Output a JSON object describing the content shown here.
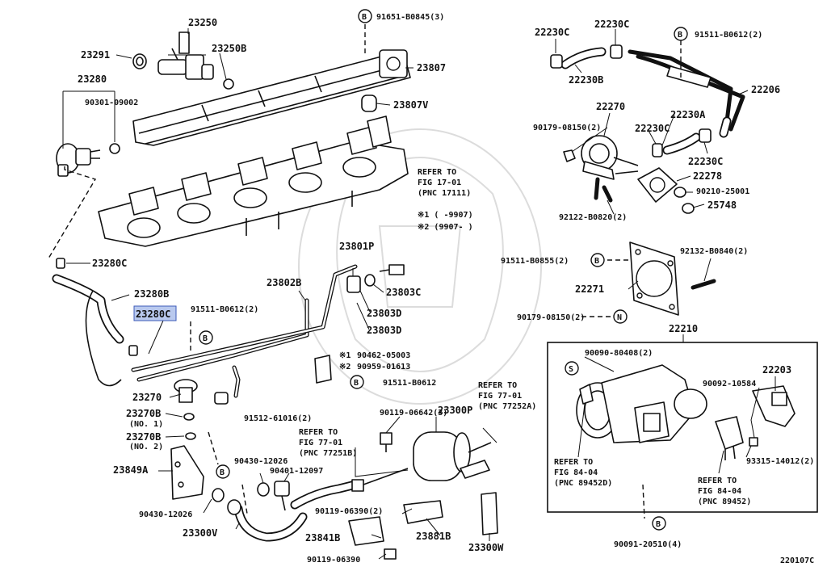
{
  "parts": {
    "p23250": "23250",
    "p23250B": "23250B",
    "p23291": "23291",
    "p23280": "23280",
    "p90301": "90301-09002",
    "p91651": "91651-B0845(3)",
    "p23807": "23807",
    "p23807V": "23807V",
    "p23280C_top": "23280C",
    "p23280B": "23280B",
    "p23280C_hl": "23280C",
    "p91511_b0612_mid": "91511-B0612(2)",
    "p23802B": "23802B",
    "p23801P": "23801P",
    "p23803C": "23803C",
    "p23803D_1": "23803D",
    "p23803D_2": "23803D",
    "p90462": "90462-05003",
    "p90959": "90959-01613",
    "p91511_b0612_low": "91511-B0612",
    "p23270": "23270",
    "p23270B_1": "23270B",
    "p23270B_1n": "(NO. 1)",
    "p23270B_2": "23270B",
    "p23270B_2n": "(NO. 2)",
    "p91512": "91512-61016(2)",
    "p23849A": "23849A",
    "p90430_a": "90430-12026",
    "p90401": "90401-12097",
    "p90430_b": "90430-12026",
    "p23300V": "23300V",
    "p90119_06642": "90119-06642(3)",
    "p23300P": "23300P",
    "p90119_06390a": "90119-06390(2)",
    "p23841B": "23841B",
    "p23881B": "23881B",
    "p90119_06390b": "90119-06390",
    "p23300W": "23300W",
    "p22230C_a": "22230C",
    "p22230C_b": "22230C",
    "p22230B": "22230B",
    "p91511_b0612_top": "91511-B0612(2)",
    "p22206": "22206",
    "p22270": "22270",
    "p90179_08150_a": "90179-08150(2)",
    "p22230A": "22230A",
    "p22230C_c": "22230C",
    "p22230C_d": "22230C",
    "p22278": "22278",
    "p90210": "90210-25001",
    "p25748": "25748",
    "p92122": "92122-B0820(2)",
    "p91511_b0855": "91511-B0855(2)",
    "p92132": "92132-B0840(2)",
    "p22271": "22271",
    "p90179_08150_b": "90179-08150(2)",
    "p22210": "22210",
    "p90090": "90090-80408(2)",
    "p22203": "22203",
    "p90092": "90092-10584",
    "p93315": "93315-14012(2)",
    "p90091": "90091-20510(4)"
  },
  "refs": {
    "r1_a": "REFER TO",
    "r1_b": "FIG 17-01",
    "r1_c": "(PNC 17111)",
    "r2_a": "REFER TO",
    "r2_b": "FIG 77-01",
    "r2_c": "(PNC 77252A)",
    "r3_a": "REFER TO",
    "r3_b": "FIG 77-01",
    "r3_c": "(PNC 77251B)",
    "r4_a": "REFER TO",
    "r4_b": "FIG 84-04",
    "r4_c": "(PNC 89452D)",
    "r5_a": "REFER TO",
    "r5_b": "FIG 84-04",
    "r5_c": "(PNC 89452)"
  },
  "notes": {
    "n1": "※1 (     -9907)",
    "n2": "※2 (9907-      )",
    "n3": "※1",
    "n4": "※2"
  },
  "markers": {
    "b": "B",
    "n": "N",
    "s": "S"
  },
  "figure_code": "220107C"
}
